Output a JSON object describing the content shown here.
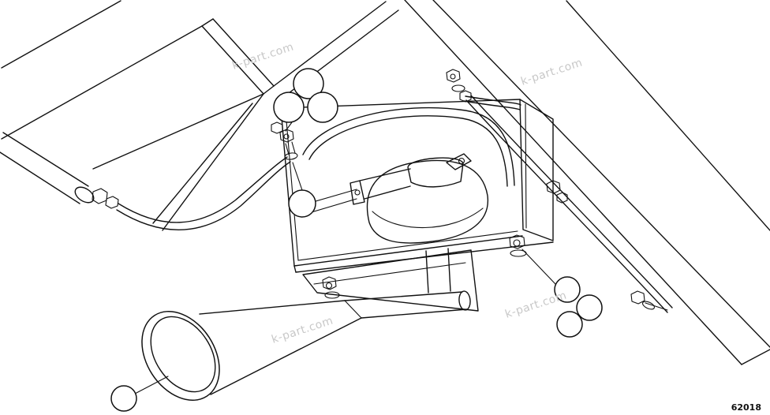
{
  "figure": {
    "number": "62018"
  },
  "watermarks": [
    "k-part.com",
    "k-part.com",
    "k-part.com",
    "k-part.com"
  ],
  "colors": {
    "line": "#111111",
    "watermark": "#c8c8c8",
    "background": "#ffffff"
  }
}
